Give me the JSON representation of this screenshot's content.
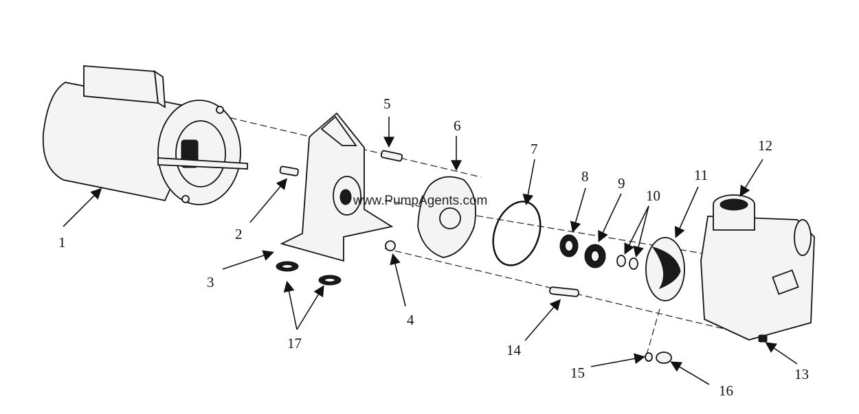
{
  "watermark": "www.PumpAgents.com",
  "labels": [
    "1",
    "2",
    "3",
    "4",
    "5",
    "6",
    "7",
    "8",
    "9",
    "10",
    "11",
    "12",
    "13",
    "14",
    "15",
    "16",
    "17"
  ]
}
